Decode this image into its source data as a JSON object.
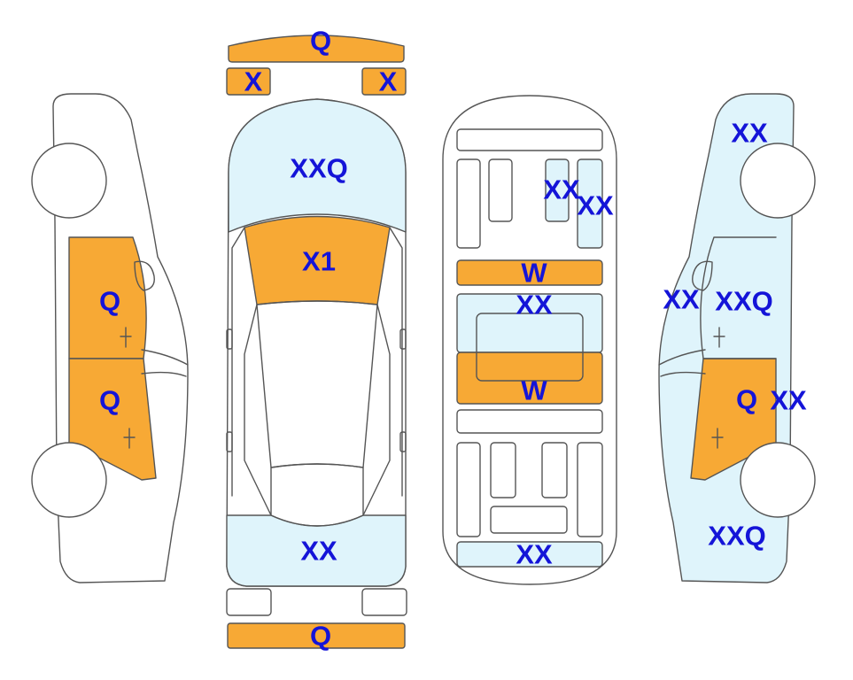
{
  "colors": {
    "damage_orange": "#f7a935",
    "damage_light_blue": "#dff4fb",
    "label_blue": "#1414d8",
    "outline": "#555555",
    "background": "#ffffff"
  },
  "labels": {
    "front_bumper": "Q",
    "headlight_left": "X",
    "headlight_right": "X",
    "hood": "XXQ",
    "windshield": "X1",
    "rear_window": "XX",
    "rear_bumper": "Q",
    "left_front_door": "Q",
    "left_rear_door": "Q",
    "interior_rear_seat_a": "XX",
    "interior_rear_seat_b": "XX",
    "interior_front_bar": "W",
    "interior_center": "XX",
    "interior_rear_bar": "W",
    "interior_trunk": "XX",
    "right_top": "XX",
    "right_front_door_a": "XX",
    "right_front_door_b": "XXQ",
    "right_rear_door_a": "Q",
    "right_rear_door_b": "XX",
    "right_rear_quarter": "XXQ"
  }
}
